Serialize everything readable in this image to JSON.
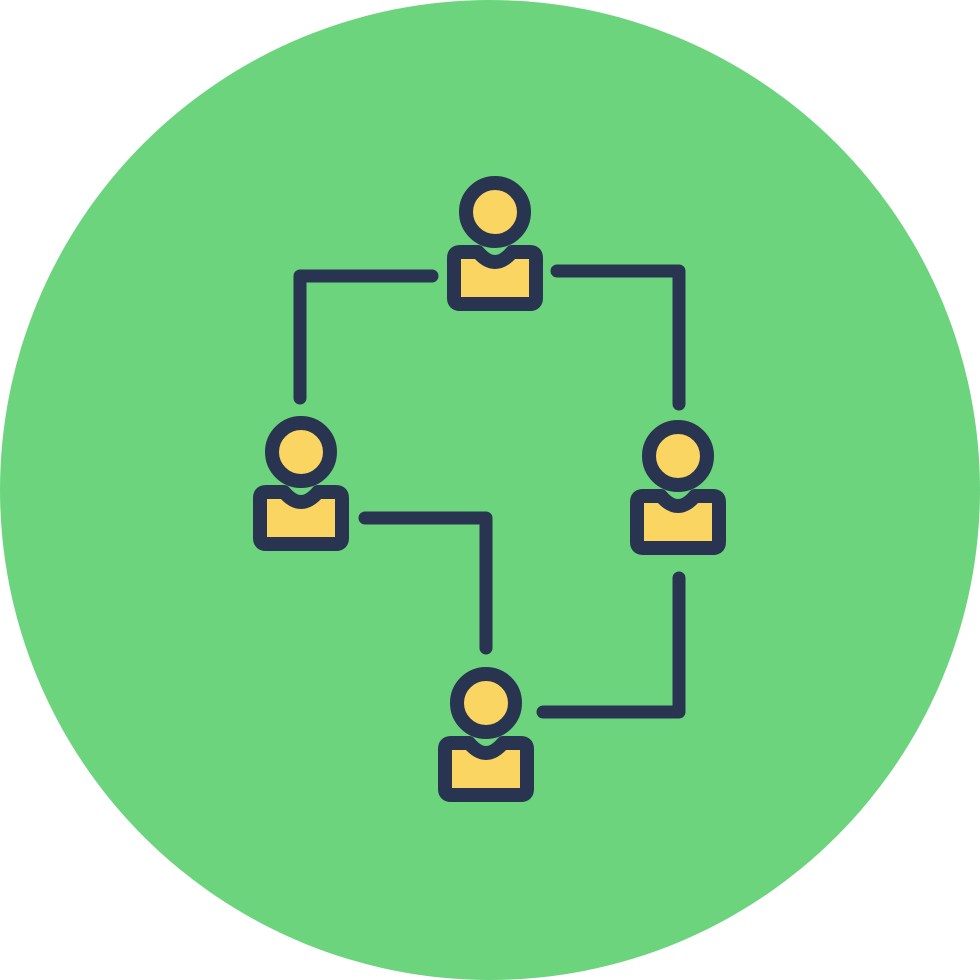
{
  "icon": {
    "name": "team-network-icon",
    "nodes": [
      {
        "name": "person-top"
      },
      {
        "name": "person-left"
      },
      {
        "name": "person-right"
      },
      {
        "name": "person-bottom"
      }
    ],
    "connectors": [
      {
        "name": "connector-top-left"
      },
      {
        "name": "connector-top-right"
      },
      {
        "name": "connector-left-bottom"
      },
      {
        "name": "connector-right-bottom"
      }
    ]
  },
  "colors": {
    "background": "#ffffff",
    "circle": "#6dd47e",
    "stroke": "#283450",
    "fill": "#fbd561"
  }
}
